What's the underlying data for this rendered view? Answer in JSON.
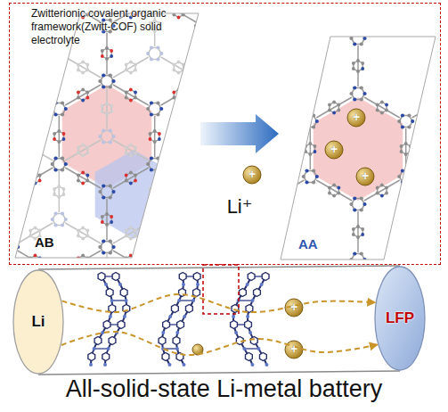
{
  "diagram": {
    "caption": "All-solid-state Li-metal battery",
    "nodes": [
      {
        "text": [
          "Zwitterionic covalent organic framework(Zwitt-COF) solid electrolyte"
        ]
      },
      {
        "text": [
          "AB"
        ],
        "in": 0
      },
      {
        "text": [
          "AA"
        ],
        "in": 0
      },
      {
        "text": [
          "Li"
        ]
      },
      {
        "text": [
          "LFP"
        ]
      }
    ],
    "edges": [
      {
        "from": 1,
        "to": 2,
        "label": "Li⁺",
        "arrow": "to"
      },
      {
        "from": 3,
        "to": 4,
        "arrow": "to"
      },
      {
        "from": 3,
        "to": 4,
        "arrow": "to"
      }
    ],
    "labels": [
      "+",
      "+",
      "+",
      "+",
      "+",
      "+"
    ]
  }
}
